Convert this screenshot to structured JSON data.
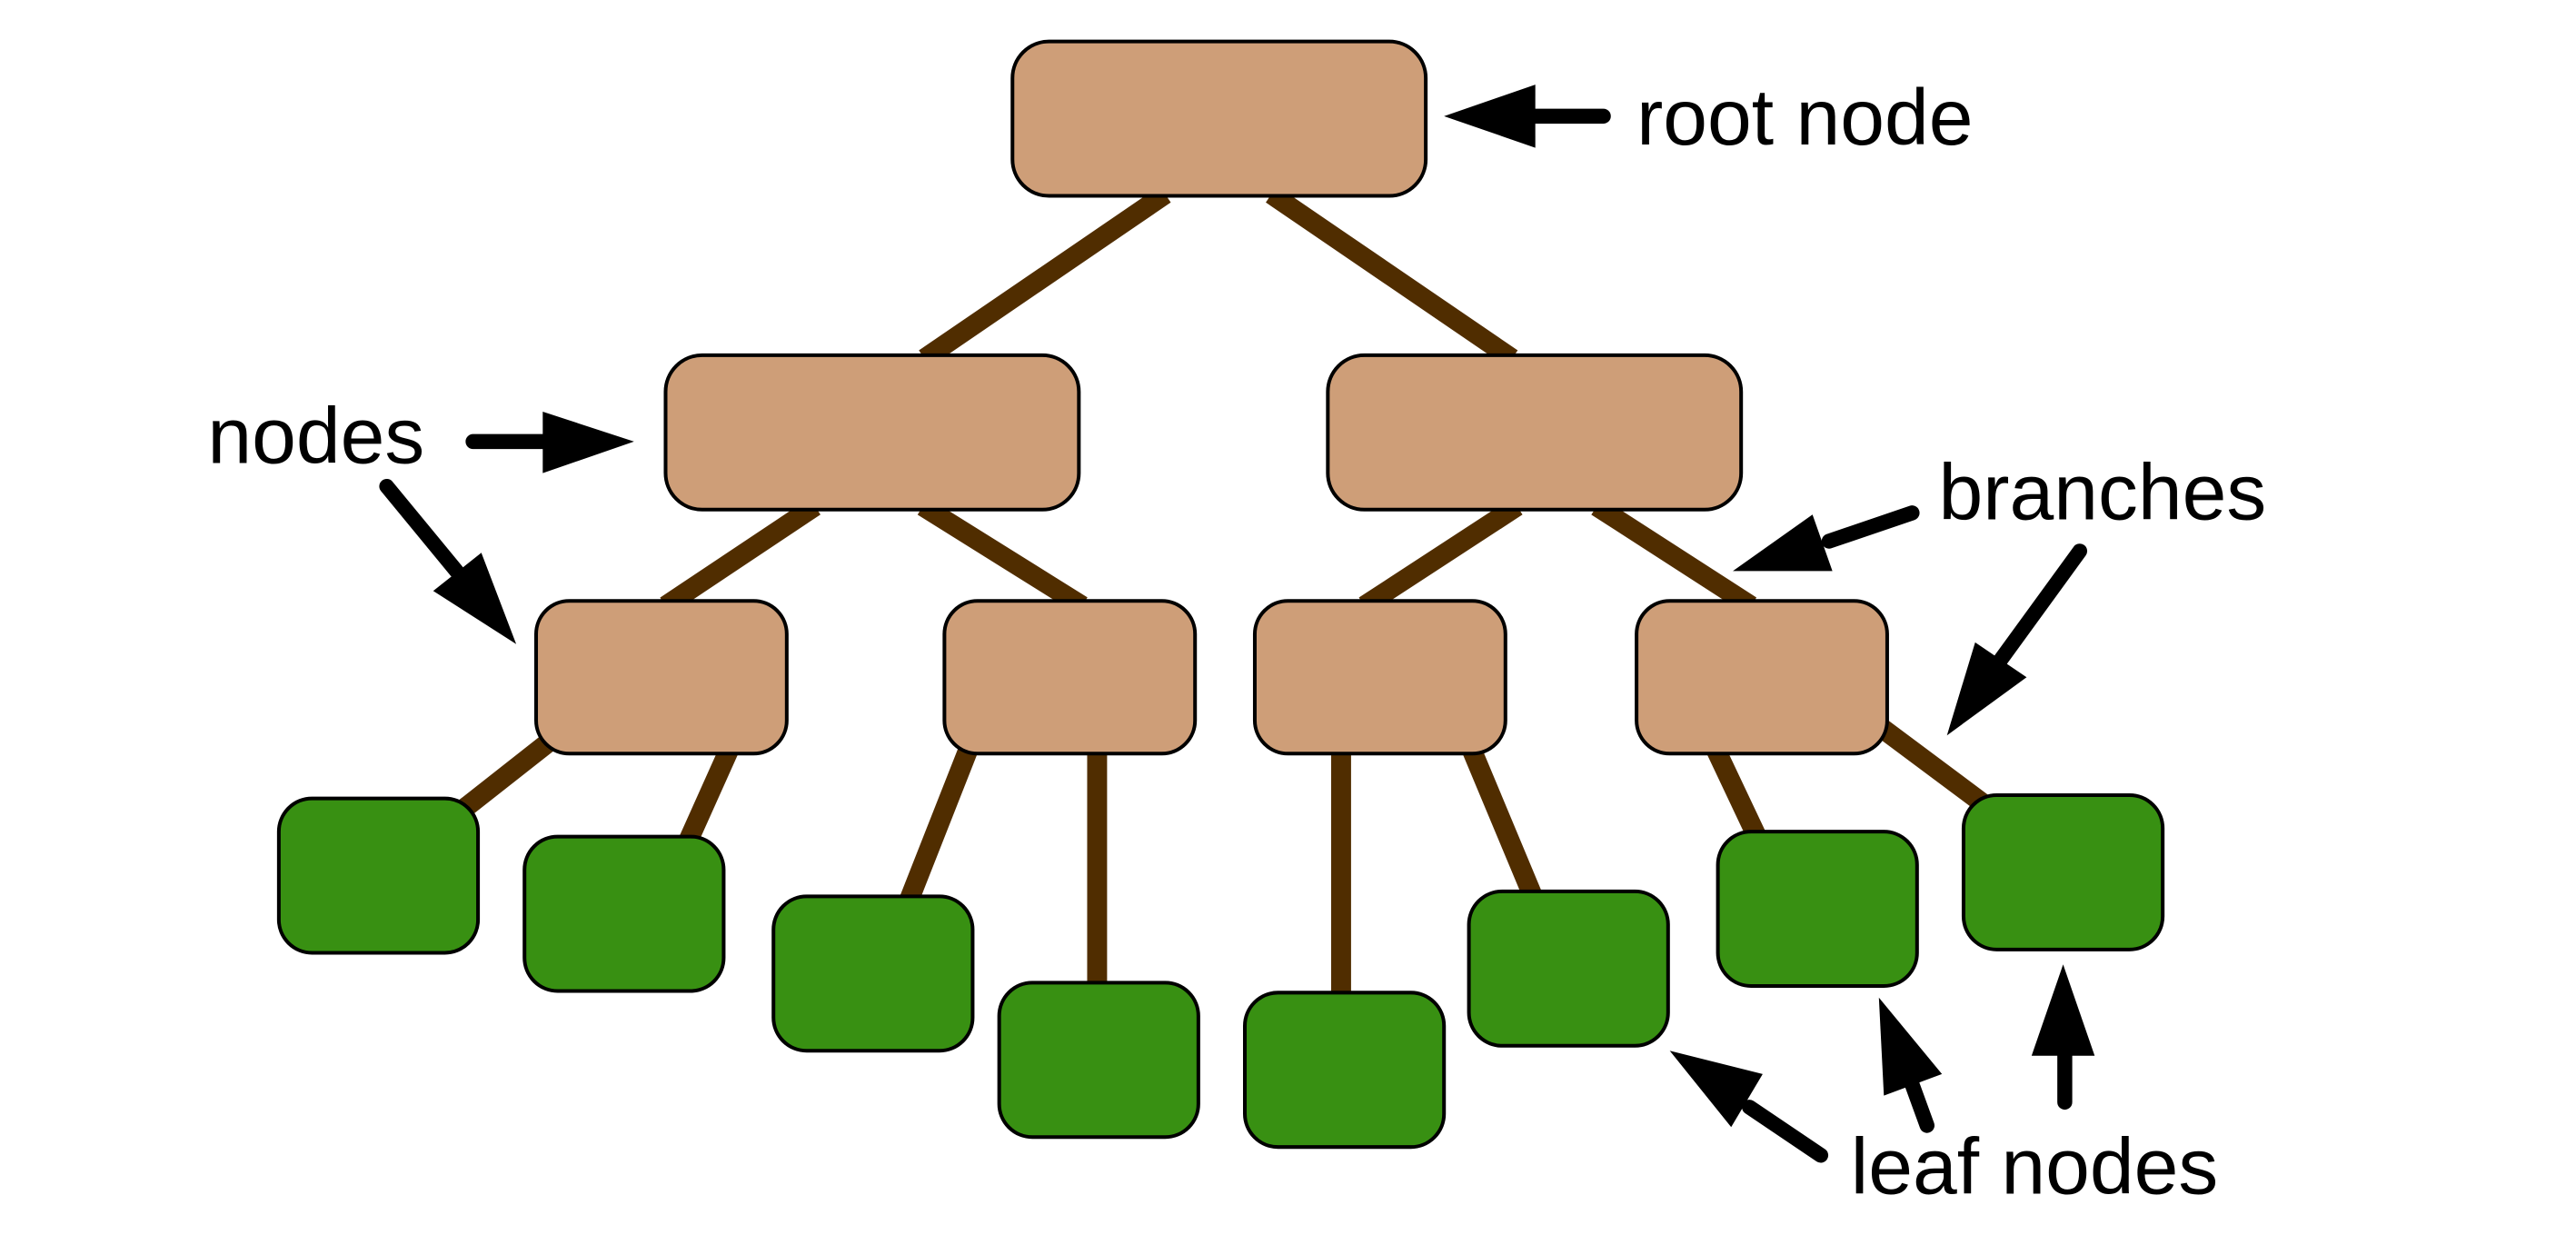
{
  "diagram": {
    "title": "Tree data structure",
    "colors": {
      "internal_node": "#ce9e78",
      "leaf_node": "#389012",
      "branch": "#502d00",
      "outline": "#000000",
      "arrow": "#000000"
    },
    "labels": {
      "root": "root node",
      "nodes": "nodes",
      "branches": "branches",
      "leaves": "leaf nodes"
    },
    "nodes": [
      {
        "id": "root",
        "type": "internal",
        "level": 0,
        "parent": null
      },
      {
        "id": "L",
        "type": "internal",
        "level": 1,
        "parent": "root"
      },
      {
        "id": "R",
        "type": "internal",
        "level": 1,
        "parent": "root"
      },
      {
        "id": "LL",
        "type": "internal",
        "level": 2,
        "parent": "L"
      },
      {
        "id": "LR",
        "type": "internal",
        "level": 2,
        "parent": "L"
      },
      {
        "id": "RL",
        "type": "internal",
        "level": 2,
        "parent": "R"
      },
      {
        "id": "RR",
        "type": "internal",
        "level": 2,
        "parent": "R"
      },
      {
        "id": "LL1",
        "type": "leaf",
        "level": 3,
        "parent": "LL"
      },
      {
        "id": "LL2",
        "type": "leaf",
        "level": 3,
        "parent": "LL"
      },
      {
        "id": "LR1",
        "type": "leaf",
        "level": 3,
        "parent": "LR"
      },
      {
        "id": "LR2",
        "type": "leaf",
        "level": 3,
        "parent": "LR"
      },
      {
        "id": "RL1",
        "type": "leaf",
        "level": 3,
        "parent": "RL"
      },
      {
        "id": "RL2",
        "type": "leaf",
        "level": 3,
        "parent": "RL"
      },
      {
        "id": "RR1",
        "type": "leaf",
        "level": 3,
        "parent": "RR"
      },
      {
        "id": "RR2",
        "type": "leaf",
        "level": 3,
        "parent": "RR"
      }
    ]
  }
}
